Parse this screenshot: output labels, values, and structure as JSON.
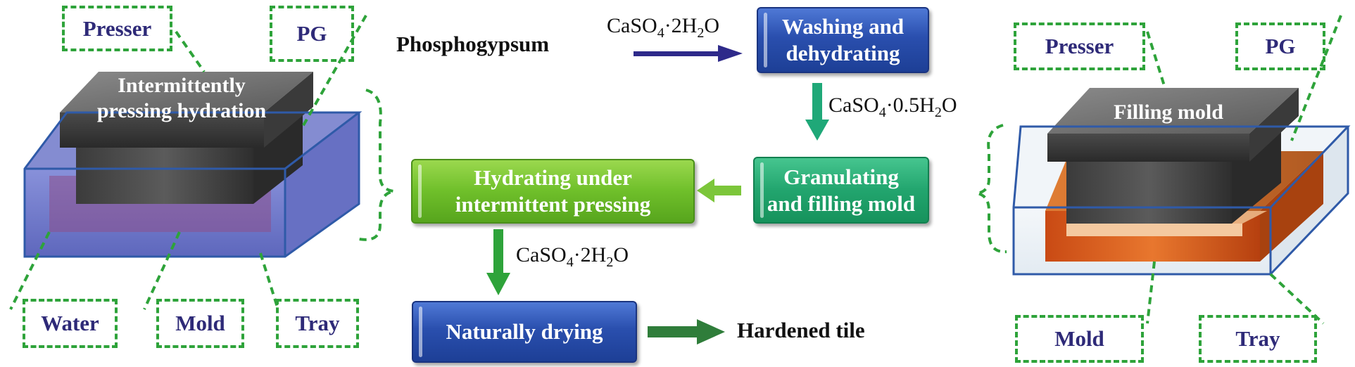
{
  "left_apparatus": {
    "presser_label": "Presser",
    "pg_label": "PG",
    "water_label": "Water",
    "mold_label": "Mold",
    "tray_label": "Tray",
    "presser_text_line1": "Intermittently",
    "presser_text_line2": "pressing hydration"
  },
  "right_apparatus": {
    "presser_label": "Presser",
    "pg_label": "PG",
    "mold_label": "Mold",
    "tray_label": "Tray",
    "presser_text": "Filling mold"
  },
  "flow": {
    "start_label": "Phosphogypsum",
    "step1_line1": "Washing and",
    "step1_line2": "dehydrating",
    "step2_line1": "Granulating",
    "step2_line2": "and filling mold",
    "step3_line1": "Hydrating under",
    "step3_line2": "intermittent pressing",
    "step4": "Naturally drying",
    "end_label": "Hardened tile"
  },
  "formulas": {
    "f1": {
      "base": "CaSO",
      "sub1": "4",
      "mid": "·2H",
      "sub2": "2",
      "tail": "O"
    },
    "f2": {
      "base": "CaSO",
      "sub1": "4",
      "mid": "·0.5H",
      "sub2": "2",
      "tail": "O"
    },
    "f3": {
      "base": "CaSO",
      "sub1": "4",
      "mid": "·2H",
      "sub2": "2",
      "tail": "O"
    }
  },
  "colors": {
    "dash_green": "#2ea33a",
    "label_text": "#2e2a78",
    "arrow_navy": "#2e2a8a",
    "arrow_teal": "#1fa878",
    "arrow_lightgreen": "#7cc63a",
    "arrow_green": "#2ea33a",
    "arrow_darkgreen": "#2f7d3a"
  }
}
